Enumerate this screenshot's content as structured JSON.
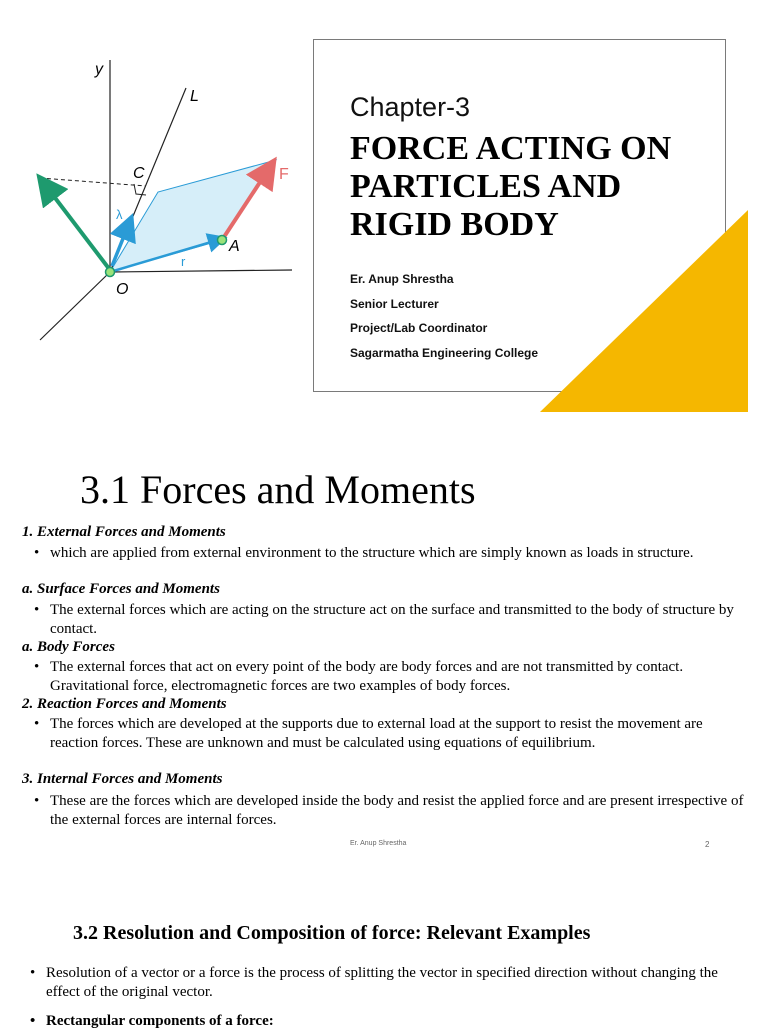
{
  "slide1": {
    "diagram_labels": {
      "y": "y",
      "L": "L",
      "C": "C",
      "F": "F",
      "lambda": "λ",
      "A": "A",
      "r": "r",
      "O": "O"
    },
    "chapter": "Chapter-3",
    "title_lines": [
      "FORCE ACTING ON",
      "PARTICLES AND",
      "RIGID BODY"
    ],
    "author_lines": [
      "Er. Anup Shrestha",
      "Senior Lecturer",
      "Project/Lab Coordinator",
      "Sagarmatha Engineering College"
    ],
    "colors": {
      "accent": "#f5b700",
      "green": "#1e9a6e",
      "blue": "#2a9bd6",
      "red": "#e46a6a",
      "light_blue": "#d6eef9"
    }
  },
  "slide2": {
    "title": "3.1 Forces and Moments",
    "sections": [
      {
        "heading": "1.  External Forces and Moments",
        "bullet": "which are applied from external environment to the structure which are simply known as loads in structure."
      },
      {
        "heading": "a.  Surface Forces and Moments",
        "bullet": "The external forces which are acting on the structure act on the surface and transmitted to the body of structure by contact."
      },
      {
        "heading": "a.  Body Forces",
        "bullet": "The external forces that act on every point of the body are body forces and are not transmitted by contact. Gravitational force, electromagnetic forces are two examples of body forces."
      },
      {
        "heading": "2. Reaction Forces and Moments",
        "bullet": "The forces which are developed at the supports due to external load at the support to resist the movement are reaction forces. These are unknown and must be calculated using equations of equilibrium."
      },
      {
        "heading": "3. Internal Forces and Moments",
        "bullet": "These are the forces which are developed inside the body and resist the applied force and are present irrespective of the external forces are internal forces."
      }
    ],
    "footer_author": "Er. Anup Shrestha",
    "page_number": "2"
  },
  "slide3": {
    "title": "3.2 Resolution and Composition of force: Relevant Examples",
    "bullets": [
      "Resolution of a vector or a force is the  process of splitting the vector in specified direction without changing the effect of the original vector.",
      "Rectangular components of a force:"
    ]
  }
}
